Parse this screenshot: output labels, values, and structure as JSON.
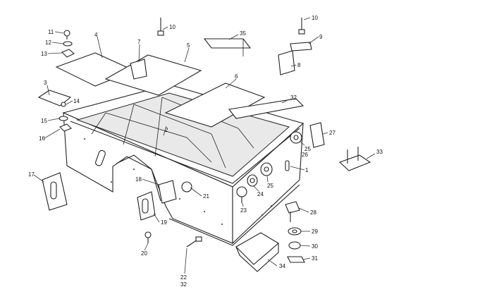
{
  "callouts": [
    {
      "id": "c1",
      "label": "1"
    },
    {
      "id": "c2",
      "label": "2"
    },
    {
      "id": "c3",
      "label": "3"
    },
    {
      "id": "c4",
      "label": "4"
    },
    {
      "id": "c5",
      "label": "5"
    },
    {
      "id": "c6",
      "label": "6"
    },
    {
      "id": "c7",
      "label": "7"
    },
    {
      "id": "c8",
      "label": "8"
    },
    {
      "id": "c9",
      "label": "9"
    },
    {
      "id": "c10a",
      "label": "10"
    },
    {
      "id": "c10b",
      "label": "10"
    },
    {
      "id": "c11",
      "label": "11"
    },
    {
      "id": "c12",
      "label": "12"
    },
    {
      "id": "c13",
      "label": "13"
    },
    {
      "id": "c14",
      "label": "14"
    },
    {
      "id": "c15",
      "label": "15"
    },
    {
      "id": "c16",
      "label": "16"
    },
    {
      "id": "c17",
      "label": "17"
    },
    {
      "id": "c18",
      "label": "18"
    },
    {
      "id": "c19",
      "label": "19"
    },
    {
      "id": "c20",
      "label": "20"
    },
    {
      "id": "c21",
      "label": "21"
    },
    {
      "id": "c22",
      "label": "22"
    },
    {
      "id": "c23",
      "label": "23"
    },
    {
      "id": "c24",
      "label": "24"
    },
    {
      "id": "c25a",
      "label": "25"
    },
    {
      "id": "c25b",
      "label": "25"
    },
    {
      "id": "c26",
      "label": "26"
    },
    {
      "id": "c27",
      "label": "27"
    },
    {
      "id": "c28",
      "label": "28"
    },
    {
      "id": "c29",
      "label": "29"
    },
    {
      "id": "c30",
      "label": "30"
    },
    {
      "id": "c31",
      "label": "31"
    },
    {
      "id": "c32a",
      "label": "32"
    },
    {
      "id": "c32b",
      "label": "32"
    },
    {
      "id": "c33",
      "label": "33"
    },
    {
      "id": "c34",
      "label": "34"
    },
    {
      "id": "c35",
      "label": "35"
    }
  ]
}
